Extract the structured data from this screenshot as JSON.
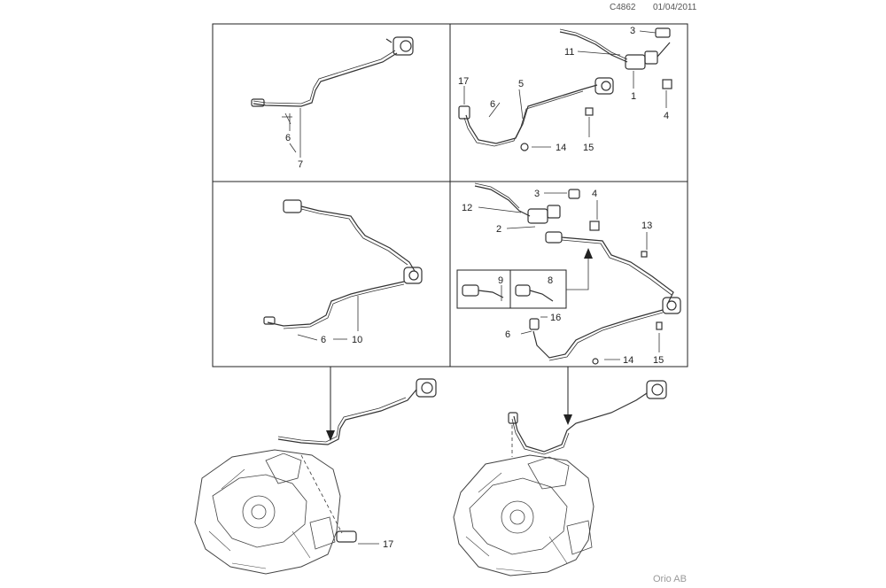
{
  "header": {
    "code": "C4862",
    "date": "01/04/2011"
  },
  "footer": {
    "brand": "Orio AB"
  },
  "callouts": {
    "p1": [
      "6",
      "7"
    ],
    "p2": [
      "3",
      "11",
      "17",
      "5",
      "6",
      "1",
      "4",
      "14",
      "15"
    ],
    "p3": [
      "6",
      "10"
    ],
    "p4": [
      "3",
      "4",
      "12",
      "2",
      "13",
      "9",
      "8",
      "16",
      "6",
      "14",
      "15"
    ],
    "bottom": [
      "17"
    ]
  }
}
